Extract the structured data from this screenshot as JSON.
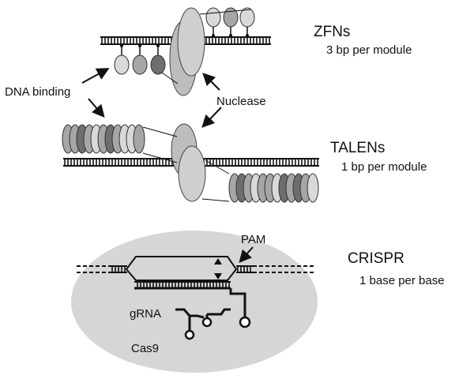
{
  "sections": {
    "zfn": {
      "title": "ZFNs",
      "subtitle": "3 bp per module"
    },
    "talen": {
      "title": "TALENs",
      "subtitle": "1 bp per module"
    },
    "crispr": {
      "title": "CRISPR",
      "subtitle": "1 base per base"
    }
  },
  "labels": {
    "dna_binding": "DNA binding",
    "nuclease": "Nuclease",
    "pam": "PAM",
    "grna": "gRNA",
    "cas9": "Cas9"
  },
  "colors": {
    "light_gray": "#d9d9d9",
    "mid_gray": "#a6a6a6",
    "dark_gray": "#6e6e6e",
    "nuclease_gray": "#c8c8c8",
    "cas9_fill": "#d6d6d6",
    "line": "#111111"
  }
}
